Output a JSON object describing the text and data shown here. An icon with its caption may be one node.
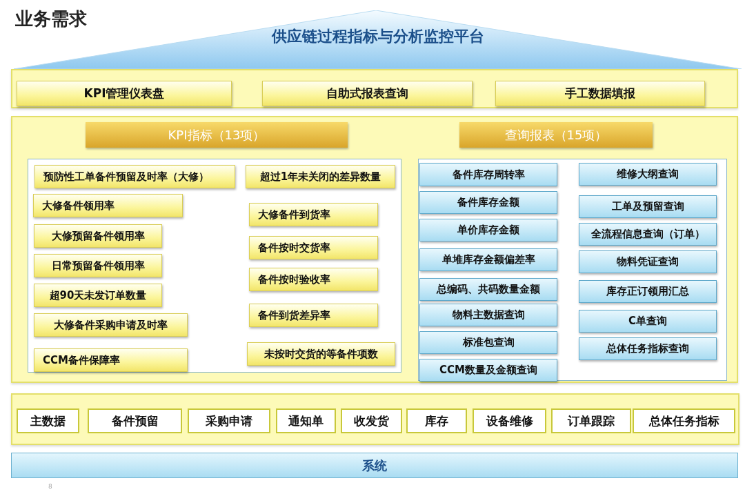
{
  "diagram": {
    "title": "业务需求",
    "nodes": [
      {
        "text": [
          "供应链过程指标与分析监控平台"
        ]
      },
      {
        "text": [],
        "shape": "box"
      },
      {
        "text": [
          "KPI管理仪表盘"
        ],
        "in": 1
      },
      {
        "text": [
          "自助式报表查询"
        ],
        "in": 1
      },
      {
        "text": [
          "手工数据填报"
        ],
        "in": 1
      },
      {
        "text": [],
        "shape": "box"
      },
      {
        "text": [
          "KPI指标（13项）"
        ],
        "in": 5
      },
      {
        "text": [
          "查询报表（15项）"
        ],
        "in": 5
      },
      {
        "text": [],
        "shape": "box",
        "in": 5
      },
      {
        "text": [
          "预防性工单备件预留及时率（大修）"
        ],
        "in": 8
      },
      {
        "text": [
          "大修备件领用率"
        ],
        "in": 8
      },
      {
        "text": [
          "大修预留备件领用率"
        ],
        "in": 8
      },
      {
        "text": [
          "日常预留备件领用率"
        ],
        "in": 8
      },
      {
        "text": [
          "超90天未发订单数量"
        ],
        "in": 8
      },
      {
        "text": [
          "大修备件采购申请及时率"
        ],
        "in": 8
      },
      {
        "text": [
          "CCM备件保障率"
        ],
        "in": 8
      },
      {
        "text": [
          "超过1年未关闭的差异数量"
        ],
        "in": 8
      },
      {
        "text": [
          "大修备件到货率"
        ],
        "in": 8
      },
      {
        "text": [
          "备件按时交货率"
        ],
        "in": 8
      },
      {
        "text": [
          "备件按时验收率"
        ],
        "in": 8
      },
      {
        "text": [
          "备件到货差异率"
        ],
        "in": 8
      },
      {
        "text": [
          "未按时交货的等备件项数"
        ],
        "in": 8
      },
      {
        "text": [],
        "shape": "box",
        "in": 5
      },
      {
        "text": [
          "备件库存周转率"
        ],
        "in": 22
      },
      {
        "text": [
          "备件库存金额"
        ],
        "in": 22
      },
      {
        "text": [
          "单价库存金额"
        ],
        "in": 22
      },
      {
        "text": [
          "单堆库存金额偏差率"
        ],
        "in": 22
      },
      {
        "text": [
          "总编码、共码数量金额"
        ],
        "in": 22
      },
      {
        "text": [
          "物料主数据查询"
        ],
        "in": 22
      },
      {
        "text": [
          "标准包查询"
        ],
        "in": 22
      },
      {
        "text": [
          "CCM数量及金额查询"
        ],
        "in": 22
      },
      {
        "text": [
          "维修大纲查询"
        ],
        "in": 22
      },
      {
        "text": [
          "工单及预留查询"
        ],
        "in": 22
      },
      {
        "text": [
          "全流程信息查询（订单）"
        ],
        "in": 22
      },
      {
        "text": [
          "物料凭证查询"
        ],
        "in": 22
      },
      {
        "text": [
          "库存正订领用汇总"
        ],
        "in": 22
      },
      {
        "text": [
          "C单查询"
        ],
        "in": 22
      },
      {
        "text": [
          "总体任务指标查询"
        ],
        "in": 22
      },
      {
        "text": [],
        "shape": "box"
      },
      {
        "text": [
          "主数据"
        ],
        "in": 38
      },
      {
        "text": [
          "备件预留"
        ],
        "in": 38
      },
      {
        "text": [
          "采购申请"
        ],
        "in": 38
      },
      {
        "text": [
          "通知单"
        ],
        "in": 38
      },
      {
        "text": [
          "收发货"
        ],
        "in": 38
      },
      {
        "text": [
          "库存"
        ],
        "in": 38
      },
      {
        "text": [
          "设备维修"
        ],
        "in": 38
      },
      {
        "text": [
          "订单跟踪"
        ],
        "in": 38
      },
      {
        "text": [
          "总体任务指标"
        ],
        "in": 38
      },
      {
        "text": [
          "系统"
        ]
      }
    ],
    "labels": [
      "8"
    ]
  }
}
